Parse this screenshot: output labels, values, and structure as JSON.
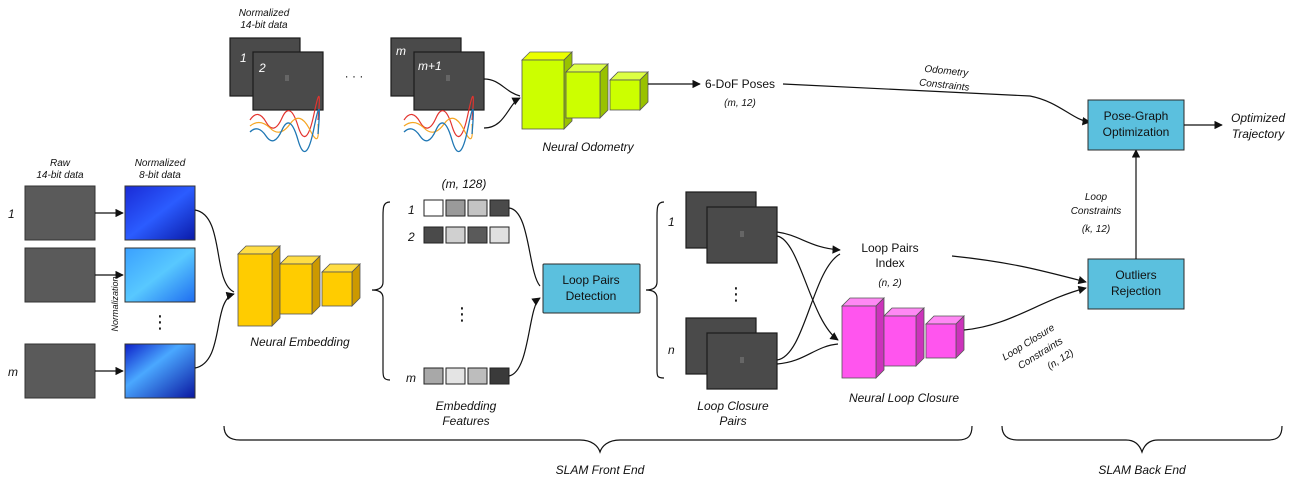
{
  "colors": {
    "process_box": "#5bc0de",
    "odometry_net": "#ccff00",
    "embedding_net": "#ffcc00",
    "loop_closure_net": "#ff55ee",
    "frame": "#4a4a4a"
  },
  "odometry": {
    "input_title_1": "Normalized",
    "input_title_2": "14-bit data",
    "frame_a": "1",
    "frame_b": "2",
    "frame_c": "m",
    "frame_d": "m+1",
    "ellipsis": "· · ·",
    "network_label": "Neural Odometry",
    "output_label": "6-DoF Poses",
    "output_shape": "(m, 12)",
    "constraints_1": "Odometry",
    "constraints_2": "Constraints"
  },
  "raw_input": {
    "title_1": "Raw",
    "title_2": "14-bit data",
    "index_first": "1",
    "index_last": "m",
    "ellipsis": "⋮"
  },
  "normalized_input": {
    "title_1": "Normalized",
    "title_2": "8-bit data",
    "side_label": "Normalization"
  },
  "embedding": {
    "network_label": "Neural Embedding",
    "shape": "(m, 128)",
    "row_1": "1",
    "row_2": "2",
    "row_last": "m",
    "ellipsis": "⋮",
    "features_1": "Embedding",
    "features_2": "Features"
  },
  "loop_pairs_detection": {
    "line_1": "Loop Pairs",
    "line_2": "Detection"
  },
  "loop_closure_pairs": {
    "index_first": "1",
    "index_last": "n",
    "ellipsis": "⋮",
    "label_1": "Loop Closure",
    "label_2": "Pairs"
  },
  "loop_pairs_index": {
    "line_1": "Loop Pairs",
    "line_2": "Index",
    "shape": "(n, 2)"
  },
  "loop_closure": {
    "network_label": "Neural Loop Closure",
    "constraints_1": "Loop Closure",
    "constraints_2": "Constraints",
    "constraints_shape": "(n, 12)"
  },
  "outliers_rejection": {
    "line_1": "Outliers",
    "line_2": "Rejection"
  },
  "loop_constraints": {
    "line_1": "Loop",
    "line_2": "Constraints",
    "shape": "(k, 12)"
  },
  "pose_graph": {
    "line_1": "Pose-Graph",
    "line_2": "Optimization"
  },
  "trajectory": {
    "line_1": "Optimized",
    "line_2": "Trajectory"
  },
  "sections": {
    "front_end": "SLAM Front End",
    "back_end": "SLAM Back End"
  }
}
